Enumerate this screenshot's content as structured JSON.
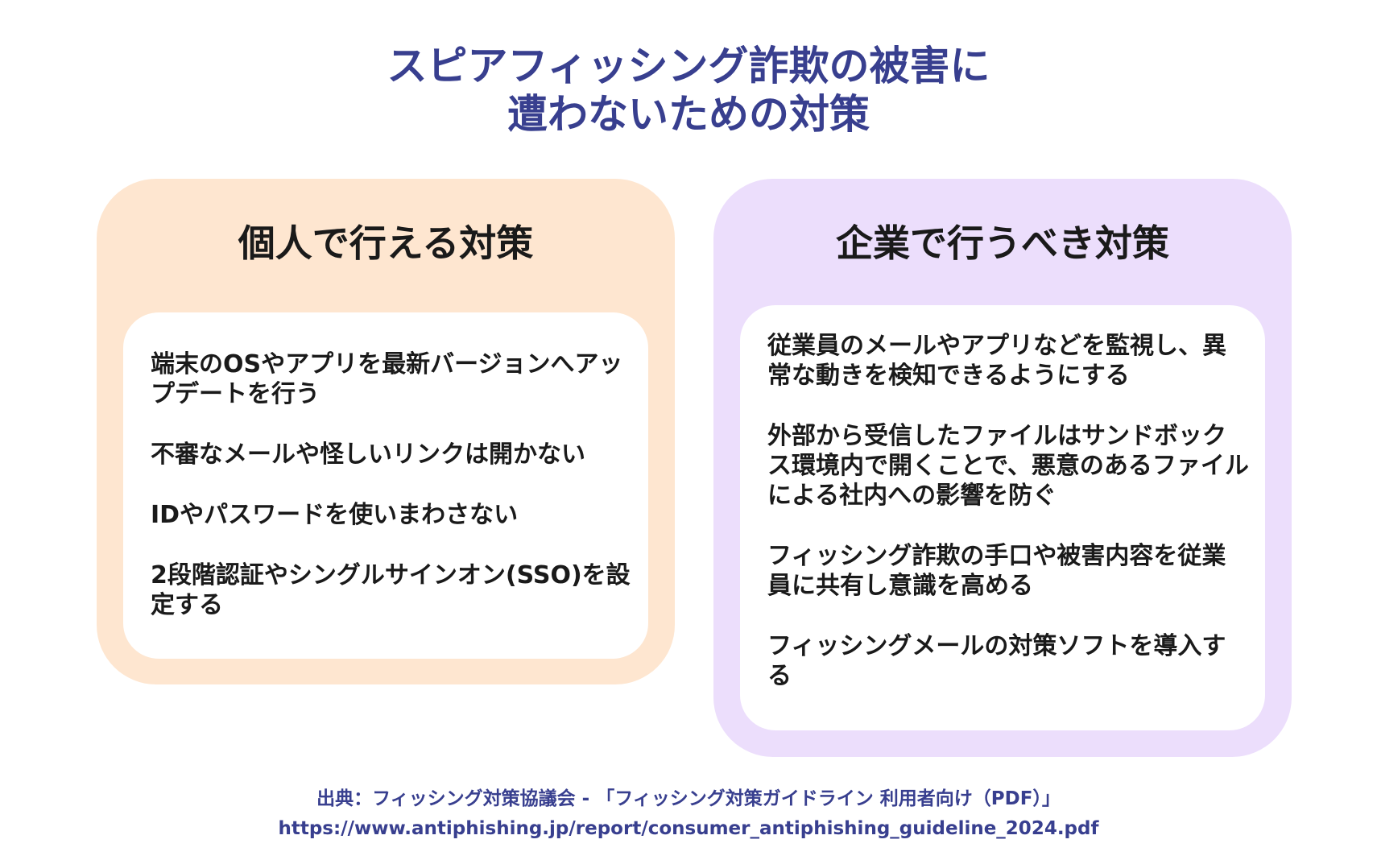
{
  "title": {
    "line1": "スピアフィッシング詐欺の被害に",
    "line2": "遭わないための対策"
  },
  "individual": {
    "heading": "個人で行える対策",
    "items": [
      "端末のOSやアプリを最新バージョンへアップデートを行う",
      "不審なメールや怪しいリンクは開かない",
      "IDやパスワードを使いまわさない",
      "2段階認証やシングルサインオン(SSO)を設定する"
    ]
  },
  "corporate": {
    "heading": "企業で行うべき対策",
    "items": [
      "従業員のメールやアプリなどを監視し、異常な動きを検知できるようにする",
      "外部から受信したファイルはサンドボックス環境内で開くことで、悪意のあるファイルによる社内への影響を防ぐ",
      "フィッシング詐欺の手口や被害内容を従業員に共有し意識を高める",
      "フィッシングメールの対策ソフトを導入する"
    ]
  },
  "source": {
    "line1": "出典：フィッシング対策協議会 - 「フィッシング対策ガイドライン 利用者向け（PDF）」",
    "line2": "https://www.antiphishing.jp/report/consumer_antiphishing_guideline_2024.pdf"
  },
  "colors": {
    "title": "#383f8f",
    "individual_bg": "#fee6d0",
    "corporate_bg": "#ecdefc",
    "card_bg": "#ffffff",
    "text": "#1a1a1a"
  }
}
